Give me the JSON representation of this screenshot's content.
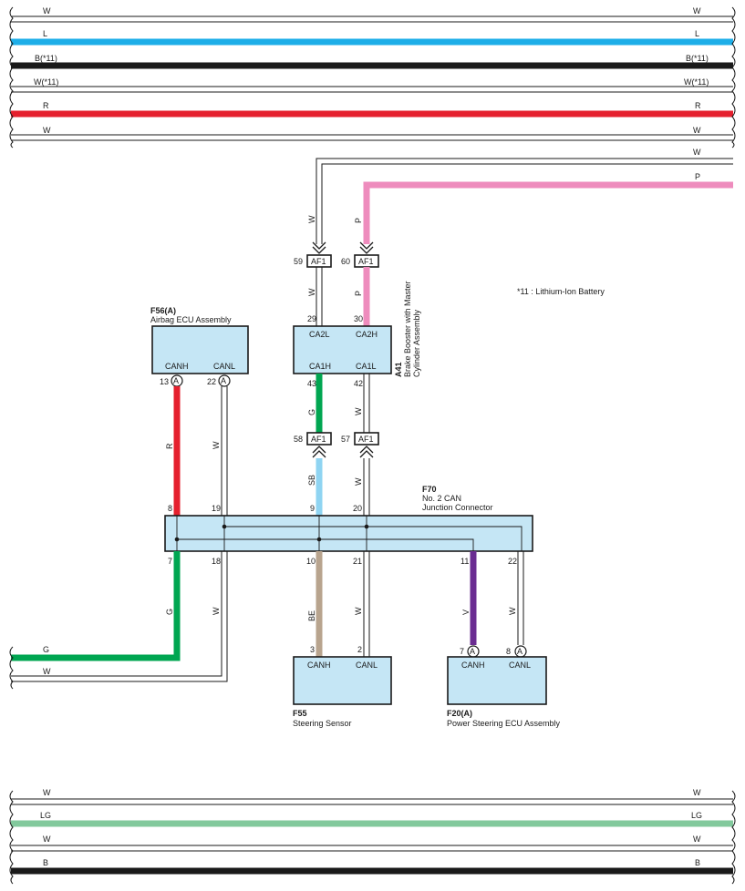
{
  "colors": {
    "W": "#ffffff",
    "L": "#1eaee8",
    "B": "#1a1a1a",
    "R": "#e5202e",
    "P": "#ee8cbd",
    "G": "#00a651",
    "SB": "#8fd4f2",
    "BE": "#b8a48e",
    "V": "#6a2c91",
    "LG": "#82c99c",
    "box_fill": "#c5e6f5"
  },
  "top_buses": [
    "W",
    "L",
    "B(*11)",
    "W(*11)",
    "R",
    "W"
  ],
  "bottom_buses": [
    "W",
    "LG",
    "W",
    "B"
  ],
  "right_wires": [
    "W",
    "P"
  ],
  "left_wires": [
    "G",
    "W"
  ],
  "note": "*11 : Lithium-Ion Battery",
  "components": {
    "f56": {
      "code": "F56(A)",
      "name": "Airbag ECU Assembly",
      "pins": [
        "CANH",
        "CANL"
      ],
      "pin_nums": [
        "13",
        "22"
      ],
      "conn": "A"
    },
    "a41": {
      "code": "A41",
      "name_line1": "Brake Booster with Master",
      "name_line2": "Cylinder Assembly",
      "top_pins": [
        "CA2L",
        "CA2H"
      ],
      "bottom_pins": [
        "CA1H",
        "CA1L"
      ],
      "top_nums": [
        "29",
        "30"
      ],
      "bottom_nums": [
        "43",
        "42"
      ]
    },
    "f70": {
      "code": "F70",
      "name_line1": "No. 2 CAN",
      "name_line2": "Junction Connector",
      "top_nums": [
        "8",
        "19",
        "9",
        "20"
      ],
      "bottom_nums": [
        "7",
        "18",
        "10",
        "21",
        "11",
        "22"
      ]
    },
    "f55": {
      "code": "F55",
      "name": "Steering Sensor",
      "pins": [
        "CANH",
        "CANL"
      ],
      "pin_nums": [
        "3",
        "2"
      ]
    },
    "f20": {
      "code": "F20(A)",
      "name": "Power Steering ECU Assembly",
      "pins": [
        "CANH",
        "CANL"
      ],
      "pin_nums": [
        "7",
        "8"
      ],
      "conn": "A"
    }
  },
  "af1": {
    "label": "AF1",
    "pins": [
      "59",
      "60",
      "58",
      "57"
    ]
  },
  "wire_labels": {
    "a41_top_in": [
      "W",
      "P"
    ],
    "a41_top_out": [
      "W",
      "P"
    ],
    "a41_bottom_out": [
      "G",
      "W"
    ],
    "f70_top_in": [
      "SB",
      "W"
    ],
    "f56_out": [
      "R",
      "W"
    ],
    "f70_left_out": [
      "G",
      "W"
    ],
    "f55_in": [
      "BE",
      "W"
    ],
    "f20_in": [
      "V",
      "W"
    ]
  }
}
